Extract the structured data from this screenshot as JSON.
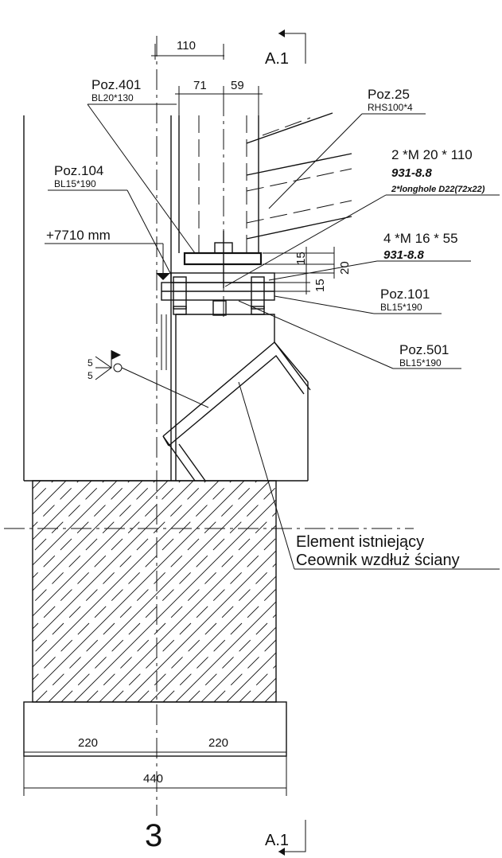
{
  "labels": {
    "poz401": {
      "title": "Poz.401",
      "sub": "BL20*130"
    },
    "poz104": {
      "title": "Poz.104",
      "sub": "BL15*190"
    },
    "poz25": {
      "title": "Poz.25",
      "sub": "RHS100*4"
    },
    "poz101": {
      "title": "Poz.101",
      "sub": "BL15*190"
    },
    "poz501": {
      "title": "Poz.501",
      "sub": "BL15*190"
    },
    "elevation": "+7710 mm",
    "bolts_m20": {
      "title": "2 *M 20 * 110",
      "grade": "931-8.8",
      "note": "2*longhole D22(72x22)"
    },
    "bolts_m16": {
      "title": "4 *M 16 * 55",
      "grade": "931-8.8"
    },
    "existing": {
      "line1": "Element istniejący",
      "line2": "Ceownik wzdłuż ściany"
    },
    "section_top": "A.1",
    "section_bottom": "A.1",
    "axis": "3",
    "weld": {
      "a": "5",
      "b": "5"
    }
  },
  "dimensions": {
    "top_total": "110",
    "top_left": "71",
    "top_right": "59",
    "plate_15a": "15",
    "plate_20": "20",
    "plate_15b": "15",
    "bottom_left": "220",
    "bottom_right": "220",
    "bottom_total": "440"
  }
}
